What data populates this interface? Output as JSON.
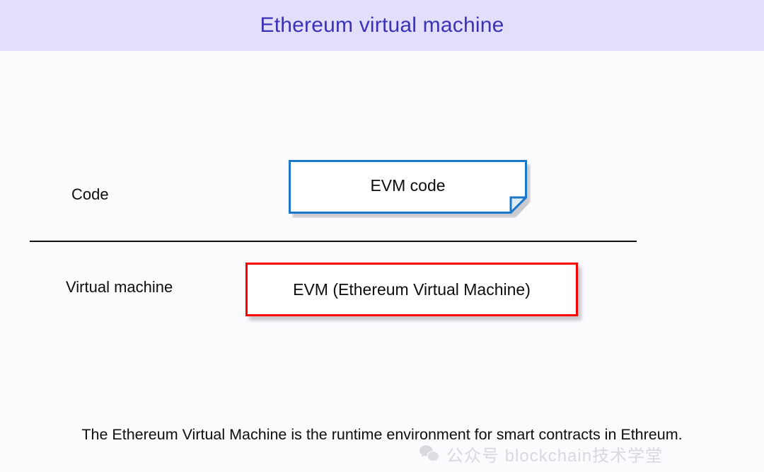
{
  "slide": {
    "title": "Ethereum virtual machine",
    "title_color": "#3b32b8",
    "band_color": "#e3dffb",
    "background_color": "#fbfbfe"
  },
  "rows": [
    {
      "label": "Code",
      "box_text": "EVM code",
      "box_border_color": "#1b78c8",
      "box_shape": "folded-corner-document"
    },
    {
      "label": "Virtual machine",
      "box_text": "EVM (Ethereum Virtual Machine)",
      "box_border_color": "#fc0000",
      "box_shape": "rectangle"
    }
  ],
  "divider": {
    "color": "#111111"
  },
  "caption": {
    "text": "The Ethereum Virtual Machine is the runtime environment for smart contracts in Ethreum."
  },
  "watermark": {
    "text": "公众号  blockchain技术学堂",
    "icon": "speech-bubbles-icon",
    "color": "#8d8d93"
  }
}
